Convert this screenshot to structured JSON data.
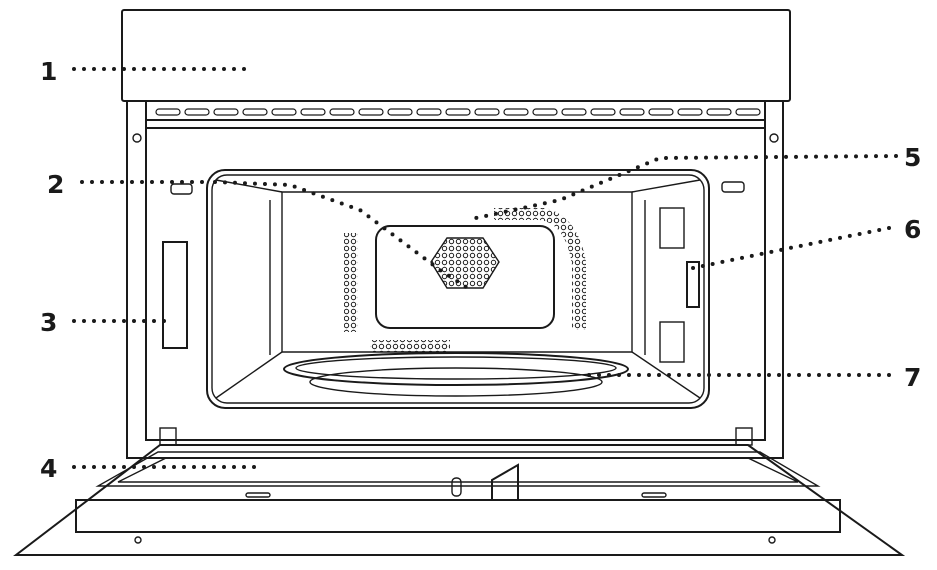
{
  "callouts": [
    {
      "number": "1",
      "part": "control-panel"
    },
    {
      "number": "2",
      "part": "ceiling-grill"
    },
    {
      "number": "3",
      "part": "wall-label-plate"
    },
    {
      "number": "4",
      "part": "oven-door"
    },
    {
      "number": "5",
      "part": "cavity-vent"
    },
    {
      "number": "6",
      "part": "waveguide-cover"
    },
    {
      "number": "7",
      "part": "glass-turntable"
    }
  ],
  "colors": {
    "line": "#1a1a1a",
    "background": "#ffffff"
  }
}
